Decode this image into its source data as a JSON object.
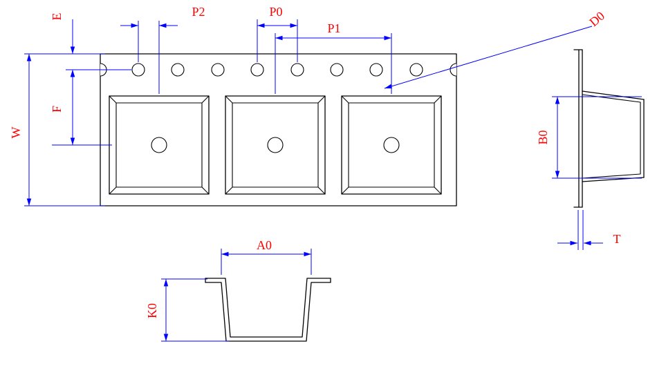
{
  "colors": {
    "outline": "#000000",
    "dimension": "#0000ff",
    "label": "#ff0000",
    "background": "#ffffff"
  },
  "labels": {
    "e": "E",
    "w": "W",
    "f": "F",
    "p2": "P2",
    "p0": "P0",
    "p1": "P1",
    "d0": "D0",
    "b0": "B0",
    "t": "T",
    "a0": "A0",
    "k0": "K0"
  }
}
